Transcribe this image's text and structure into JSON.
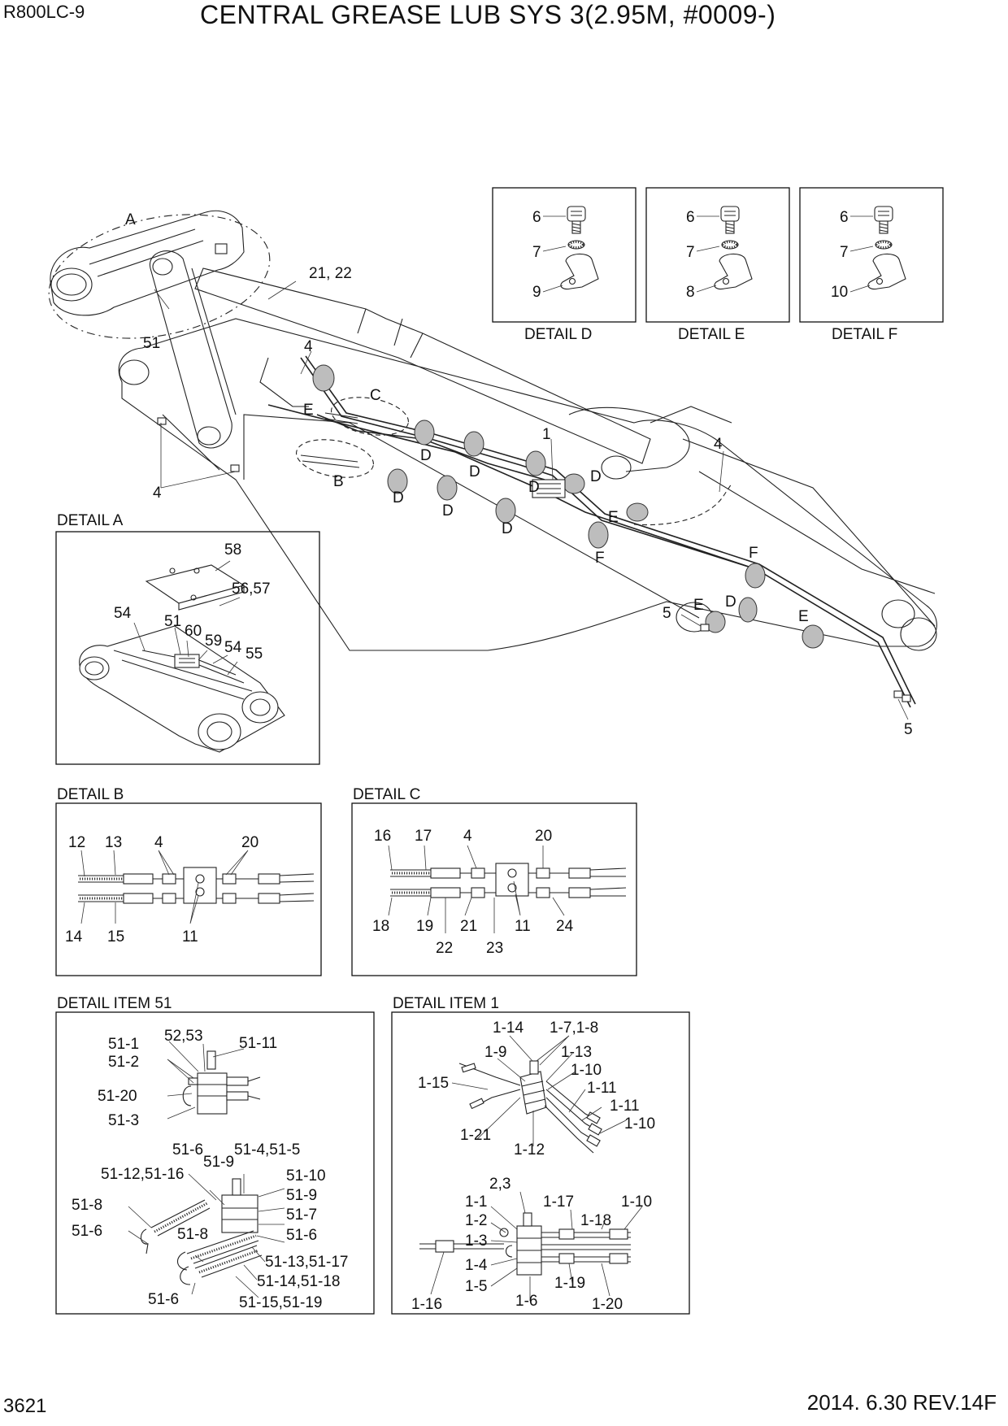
{
  "header": {
    "model": "R800LC-9",
    "title": "CENTRAL GREASE LUB SYS 3(2.95M, #0009-)"
  },
  "footer": {
    "page_number": "3621",
    "date_revision": "2014. 6.30  REV.14F"
  },
  "main_view": {
    "labels": {
      "a": "A",
      "b": "B",
      "c": "C",
      "d1": "D",
      "d2": "D",
      "d3": "D",
      "d4": "D",
      "d5": "D",
      "d6": "D",
      "d7": "D",
      "d8": "D",
      "e1": "E",
      "e2": "E",
      "e3": "E",
      "e4": "E",
      "f1": "F",
      "f2": "F",
      "n1": "1",
      "n4a": "4",
      "n4b": "4",
      "n4c": "4",
      "n5a": "5",
      "n5b": "5",
      "n51": "51",
      "n2122": "21, 22"
    }
  },
  "detail_d": {
    "title": "DETAIL D",
    "c1": "6",
    "c2": "7",
    "c3": "9"
  },
  "detail_e": {
    "title": "DETAIL E",
    "c1": "6",
    "c2": "7",
    "c3": "8"
  },
  "detail_f": {
    "title": "DETAIL F",
    "c1": "6",
    "c2": "7",
    "c3": "10"
  },
  "detail_a": {
    "title": "DETAIL A",
    "callouts": {
      "c58": "58",
      "c5657": "56,57",
      "c54a": "54",
      "c51": "51",
      "c60": "60",
      "c59": "59",
      "c54b": "54",
      "c55": "55"
    }
  },
  "detail_b": {
    "title": "DETAIL B",
    "callouts": {
      "c12": "12",
      "c13": "13",
      "c4": "4",
      "c20": "20",
      "c14": "14",
      "c15": "15",
      "c11": "11"
    }
  },
  "detail_c": {
    "title": "DETAIL C",
    "callouts": {
      "c16": "16",
      "c17": "17",
      "c4": "4",
      "c20": "20",
      "c18": "18",
      "c19": "19",
      "c22": "22",
      "c21": "21",
      "c23": "23",
      "c11": "11",
      "c24": "24"
    }
  },
  "detail_item_51": {
    "title": "DETAIL ITEM 51",
    "callouts": {
      "c1": "51-1",
      "c2": "51-2",
      "c20": "51-20",
      "c3": "51-3",
      "c5253": "52,53",
      "c11": "51-11",
      "c6a": "51-6",
      "c9": "51-9",
      "c45": "51-4,51-5",
      "c1216": "51-12,51-16",
      "c10": "51-10",
      "c8a": "51-8",
      "c9b": "51-9",
      "c7": "51-7",
      "c6b": "51-6",
      "c8b": "51-8",
      "c6c": "51-6",
      "c1317": "51-13,51-17",
      "c1418": "51-14,51-18",
      "c6d": "51-6",
      "c1519": "51-15,51-19"
    }
  },
  "detail_item_1": {
    "title": "DETAIL ITEM 1",
    "callouts": {
      "c14": "1-14",
      "c78": "1-7,1-8",
      "c9": "1-9",
      "c13": "1-13",
      "c10a": "1-10",
      "c15": "1-15",
      "c11a": "1-11",
      "c11b": "1-11",
      "c10b": "1-10",
      "c21": "1-21",
      "c12": "1-12",
      "c23": "2,3",
      "c1": "1-1",
      "c17": "1-17",
      "c18": "1-18",
      "c10c": "1-10",
      "c2": "1-2",
      "c3": "1-3",
      "c4": "1-4",
      "c5": "1-5",
      "c6": "1-6",
      "c19": "1-19",
      "c16": "1-16",
      "c20": "1-20"
    }
  }
}
